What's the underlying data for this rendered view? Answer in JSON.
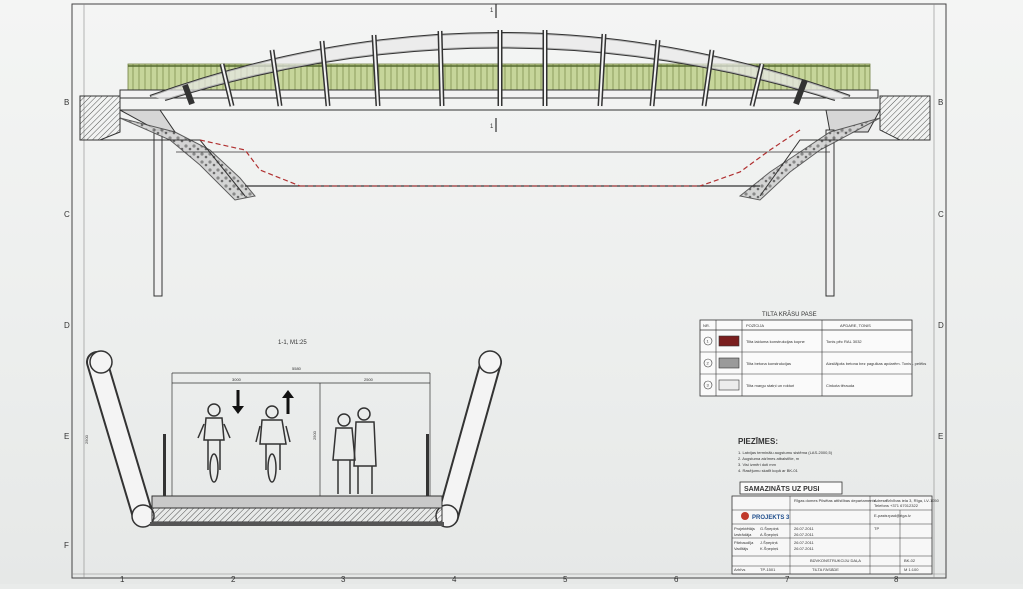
{
  "sheet": {
    "row_letters": [
      "B",
      "C",
      "D",
      "E",
      "F"
    ],
    "col_numbers": [
      "1",
      "2",
      "3",
      "4",
      "5",
      "6",
      "7",
      "8"
    ],
    "colors": {
      "railing": "#c6d59a",
      "concrete": "#8d8d8d",
      "hatch_red": "#b03030",
      "line": "#333333"
    }
  },
  "elevation": {
    "section_mark_top": "1",
    "section_mark_bottom": "1"
  },
  "section": {
    "title": "1-1, M1:25",
    "dim_total": "5580",
    "dim_left": "3000",
    "dim_right": "2500",
    "dim_height": "2500",
    "dim_left_height": "2500"
  },
  "color_passport": {
    "title": "TILTA KRĀSU PASE",
    "headers": [
      "NR.",
      "POZĪCIJA",
      "APDARE, TONIS"
    ],
    "rows": [
      {
        "nr": "1",
        "position": "Tilta laiduma konstrukcijas kopne",
        "finish": "Tonis pēc RAL 3032",
        "swatch": "#7a1e1e"
      },
      {
        "nr": "2",
        "position": "Tilta betona konstrukcijas",
        "finish": "Aizsilājošs betona bez pagulkas apdarēm. Tonis - pelēks",
        "swatch": "#9a9a9a"
      },
      {
        "nr": "3",
        "position": "Tilta margu statņi un rokturi",
        "finish": "Cinkota tērauda",
        "swatch": "#ececec"
      }
    ]
  },
  "notes": {
    "title": "PIEZĪMES:",
    "items": [
      "1. Latvijas terminālu augstumu sistēma (LAS-2000,5)",
      "2. Augstuma atzīmes atbalstītie, m",
      "3. Visi izmēri doti mm",
      "4. Rasējumu skatīt kopā ar BK-01"
    ]
  },
  "stamp": {
    "scale_banner": "SAMAZINĀTS UZ PUSI",
    "company": "PROJEKTS 3",
    "customer": "Rīgas domes Pilsētas attīstības departaments",
    "address_label": "Adrese",
    "address": "Brīvības iela 3, Rīga, LV-1050",
    "phone_label": "Telefons",
    "phone": "+371 67012322",
    "email_label": "E-pasts",
    "email": "rpad@riga.lv",
    "part": "BŪVKONSTRUKCIJU DAĻA",
    "drawing_title": "TILTA FASĀDE",
    "sheet_no": "BK-02",
    "stage": "TP",
    "roles": [
      "Projektētājs",
      "Izstrādāja",
      "Pārbaudīja",
      "Vadītājs"
    ],
    "names": [
      "G.Šņepiņš",
      "A.Šņepiņš",
      "J.Šņepiņš",
      "K.Šņepiņš"
    ],
    "dates": [
      "26.07.2011",
      "26.07.2011",
      "26.07.2011",
      "26.07.2011"
    ],
    "footer_left": "Arhīvs",
    "footer_mid": "TP-1501",
    "scale_label": "M 1:100"
  }
}
